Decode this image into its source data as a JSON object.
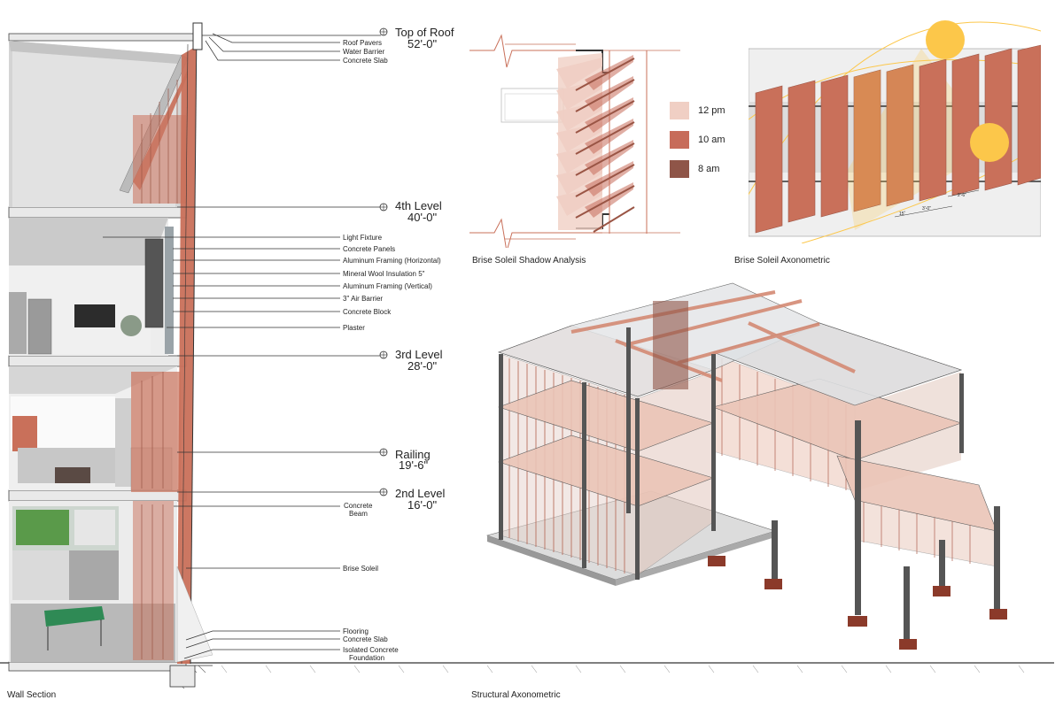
{
  "colors": {
    "terracotta": "#c9705a",
    "terracotta_dark": "#9a5545",
    "shadow_12pm": "#f0cfc4",
    "shadow_10am": "#c76c5a",
    "shadow_8am": "#8f5548",
    "sun": "#fcc74a",
    "glass": "#cfd6dc",
    "line": "#333333"
  },
  "levels": [
    {
      "name": "Top of Roof",
      "elevation": "52'-0\""
    },
    {
      "name": "4th Level",
      "elevation": "40'-0\""
    },
    {
      "name": "3rd Level",
      "elevation": "28'-0\""
    },
    {
      "name": "Railing",
      "elevation": "19'-6\""
    },
    {
      "name": "2nd Level",
      "elevation": "16'-0\""
    }
  ],
  "roof_notes": [
    "Roof Pavers",
    "Water Barrier",
    "Concrete Slab"
  ],
  "wall_notes": [
    "Light Fixture",
    "Concrete Panels",
    "Aluminum Framing (Horizontal)",
    "Mineral Wool Insulation 5\"",
    "Aluminum Framing (Vertical)",
    "3\" Air Barrier",
    "Concrete Block",
    "Plaster"
  ],
  "concrete_beam_note": [
    "Concrete",
    "Beam"
  ],
  "brise_soleil_note": "Brise Soleil",
  "base_notes": [
    "Flooring",
    "Concrete Slab",
    "Isolated Concrete",
    "Foundation"
  ],
  "legend": [
    {
      "label": "12 pm",
      "color": "#f0cfc4"
    },
    {
      "label": "10 am",
      "color": "#c76c5a"
    },
    {
      "label": "8 am",
      "color": "#8f5548"
    }
  ],
  "captions": {
    "wall_section": "Wall Section",
    "shadow_analysis": "Brise Soleil Shadow Analysis",
    "axonometric": "Brise Soleil Axonometric",
    "structural": "Structural Axonometric"
  },
  "axo_dims": [
    "15˚",
    "3'-0\"",
    "2'-6\""
  ]
}
